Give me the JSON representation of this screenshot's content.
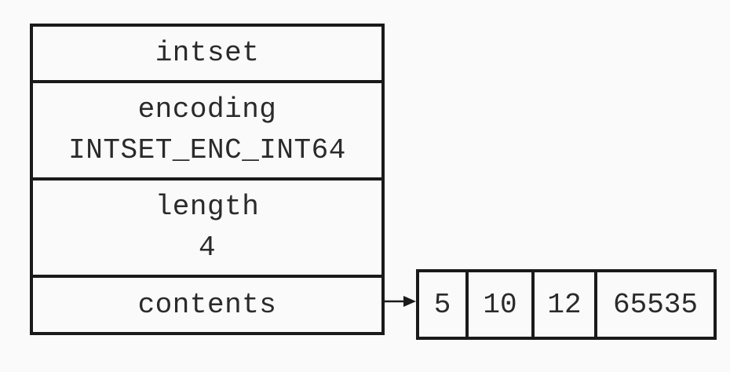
{
  "intset": {
    "title": "intset",
    "encoding": {
      "label": "encoding",
      "value": "INTSET_ENC_INT64"
    },
    "length": {
      "label": "length",
      "value": "4"
    },
    "contents": {
      "label": "contents"
    }
  },
  "contents_array": [
    "5",
    "10",
    "12",
    "65535"
  ]
}
